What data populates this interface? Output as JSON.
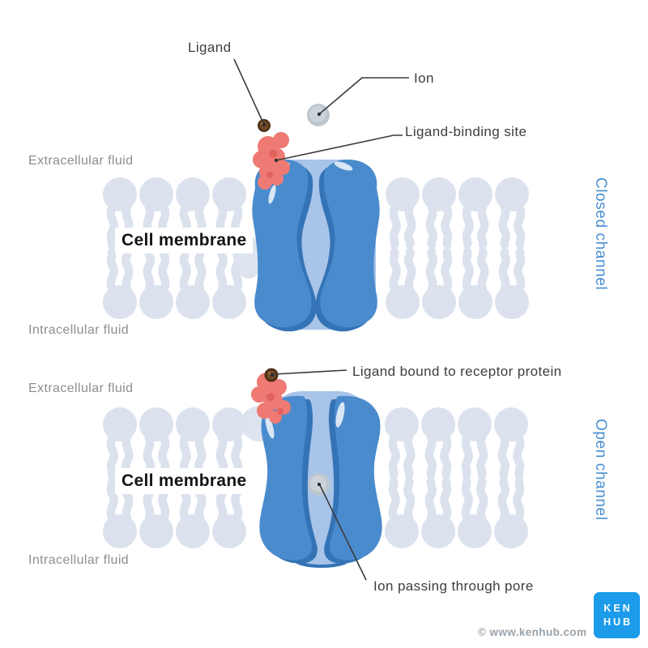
{
  "colors": {
    "channel_blue": "#4a8bcd",
    "channel_dark_blue": "#3474b6",
    "channel_light_blue": "#a9c4e9",
    "lipid_light_blue": "#dbe2ee",
    "binding_site_red": "#ee7a73",
    "binding_site_red_dark": "#e2625e",
    "ligand_brown": "#6f4a26",
    "ligand_brown_dark": "#4e3115",
    "ion_gray": "#bcc6cf",
    "ion_gray_light": "#ccd4da",
    "side_label_blue": "#4a8fd2",
    "kenhub_blue": "#1b9be9",
    "label_dark": "#3d3d3d",
    "label_gray": "#8e8e8e"
  },
  "top": {
    "side_label": "Closed channel",
    "ligand_label": "Ligand",
    "ion_label": "Ion",
    "binding_site_label": "Ligand-binding site",
    "extracellular_label": "Extracellular fluid",
    "cell_membrane_label": "Cell membrane",
    "intracellular_label": "Intracellular fluid"
  },
  "bottom": {
    "side_label": "Open channel",
    "ligand_bound_label": "Ligand bound to receptor protein",
    "extracellular_label": "Extracellular fluid",
    "cell_membrane_label": "Cell membrane",
    "intracellular_label": "Intracellular fluid",
    "ion_passing_label": "Ion passing through pore"
  },
  "footer": {
    "copyright": "© www.kenhub.com",
    "logo_top": "KEN",
    "logo_bottom": "HUB"
  }
}
